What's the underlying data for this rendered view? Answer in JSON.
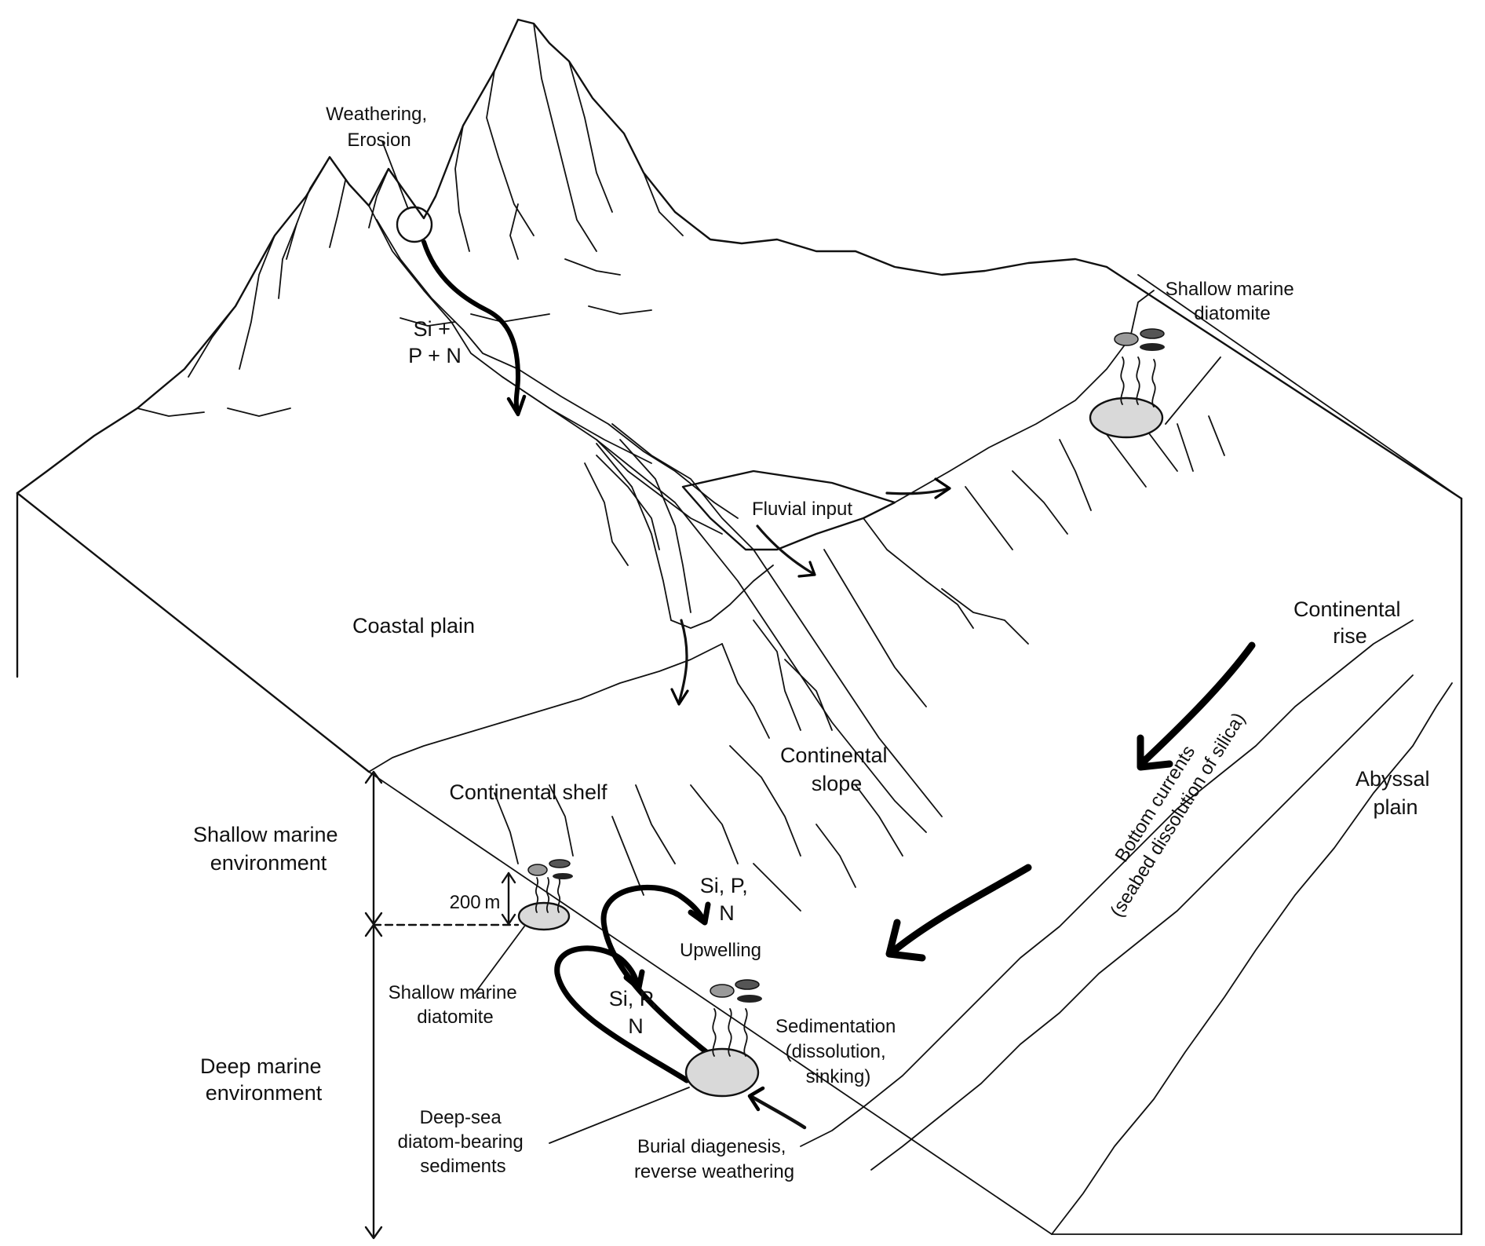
{
  "labels": {
    "weathering": [
      "Weathering,",
      "Erosion"
    ],
    "si_pn": [
      "Si +",
      "P + N"
    ],
    "shallow_marine_diatomite_top": [
      "Shallow marine",
      "diatomite"
    ],
    "fluvial_input": "Fluvial input",
    "coastal_plain": "Coastal plain",
    "continental_rise": [
      "Continental",
      "rise"
    ],
    "continental_slope": [
      "Continental",
      "slope"
    ],
    "continental_shelf": "Continental shelf",
    "abyssal_plain": [
      "Abyssal",
      "plain"
    ],
    "bottom_currents": [
      "Bottom currents",
      "(seabed dissolution of silica)"
    ],
    "shallow_marine_environment": [
      "Shallow marine",
      "environment"
    ],
    "deep_marine_environment": [
      "Deep marine",
      "environment"
    ],
    "depth_200m": "200 m",
    "si_p_n_upper": [
      "Si, P,",
      "N"
    ],
    "si_p_n_lower": [
      "Si, P,",
      "N"
    ],
    "upwelling": "Upwelling",
    "shallow_marine_diatomite_bottom": [
      "Shallow marine",
      "diatomite"
    ],
    "sedimentation": [
      "Sedimentation",
      "(dissolution,",
      "sinking)"
    ],
    "deep_sea_sediments": [
      "Deep-sea",
      "diatom-bearing",
      "sediments"
    ],
    "burial_diagenesis": [
      "Burial diagenesis,",
      "reverse weathering"
    ]
  }
}
